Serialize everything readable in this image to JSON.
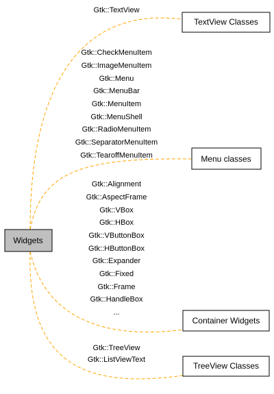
{
  "diagram": {
    "root": {
      "label": "Widgets",
      "fill": "#bfbfbf"
    },
    "targets": [
      {
        "label": "TextView Classes",
        "fill": "#ffffff",
        "edge_labels": [
          "Gtk::TextView"
        ]
      },
      {
        "label": "Menu classes",
        "fill": "#ffffff",
        "edge_labels": [
          "Gtk::CheckMenuItem",
          "Gtk::ImageMenuItem",
          "Gtk::Menu",
          "Gtk::MenuBar",
          "Gtk::MenuItem",
          "Gtk::MenuShell",
          "Gtk::RadioMenuItem",
          "Gtk::SeparatorMenuItem",
          "Gtk::TearoffMenuItem"
        ]
      },
      {
        "label": "Container Widgets",
        "fill": "#ffffff",
        "edge_labels": [
          "Gtk::Alignment",
          "Gtk::AspectFrame",
          "Gtk::VBox",
          "Gtk::HBox",
          "Gtk::VButtonBox",
          "Gtk::HButtonBox",
          "Gtk::Expander",
          "Gtk::Fixed",
          "Gtk::Frame",
          "Gtk::HandleBox",
          "..."
        ]
      },
      {
        "label": "TreeView Classes",
        "fill": "#ffffff",
        "edge_labels": [
          "Gtk::TreeView",
          "Gtk::ListViewText"
        ]
      }
    ],
    "edge_color": "#ffa500"
  }
}
